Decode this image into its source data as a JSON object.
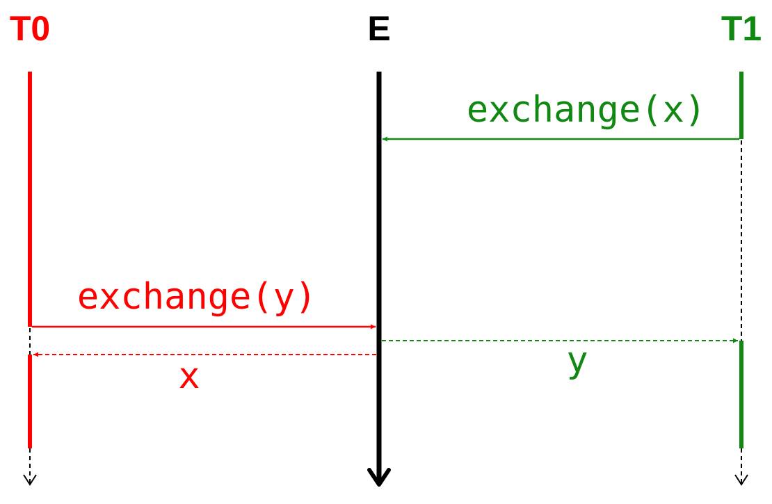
{
  "actors": {
    "t0": {
      "label": "T0",
      "color": "#ff0000"
    },
    "e": {
      "label": "E",
      "color": "#000000"
    },
    "t1": {
      "label": "T1",
      "color": "#118811"
    }
  },
  "messages": {
    "t1_request": {
      "label": "exchange(x)",
      "from": "T1",
      "to": "E",
      "style": "solid",
      "color": "#118811"
    },
    "t0_request": {
      "label": "exchange(y)",
      "from": "T0",
      "to": "E",
      "style": "solid",
      "color": "#ff0000"
    },
    "t0_response": {
      "label": "x",
      "from": "E",
      "to": "T0",
      "style": "dashed",
      "color": "#ff0000"
    },
    "t1_response": {
      "label": "y",
      "from": "E",
      "to": "T1",
      "style": "dashed",
      "color": "#118811"
    }
  }
}
